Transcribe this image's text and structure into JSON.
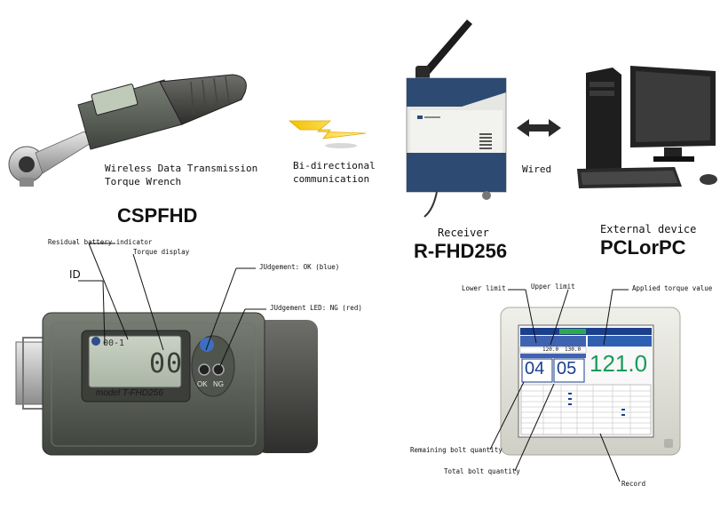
{
  "wrench": {
    "caption_line1": "Wireless Data Transmission",
    "caption_line2": "Torque Wrench",
    "model_title": "CSPFHD"
  },
  "communication": {
    "label_line1": "Bi-directional",
    "label_line2": "communication",
    "wired_label": "Wired"
  },
  "receiver": {
    "label": "Receiver",
    "model": "R-FHD256"
  },
  "external": {
    "label": "External device",
    "model": "PCLorPC"
  },
  "device_callouts": {
    "battery": "Residual battery indicator",
    "torque_display": "Torque display",
    "id": "ID",
    "judgement_ok": "JUdgement: OK (blue)",
    "judgement_ng": "JUdgement LED: NG (red)"
  },
  "device_face": {
    "model_text": "model T-FHD256",
    "lcd_value": "00",
    "lcd_small": "00-1",
    "ok_label": "OK",
    "ng_label": "NG"
  },
  "screen_callouts": {
    "lower_limit": "Lower limit",
    "upper_limit": "Upper limit",
    "applied_torque": "Applied torque value",
    "remaining_bolt": "Remaining bolt quantity",
    "total_bolt": "Total bolt quantity",
    "record": "Record"
  },
  "screen": {
    "remaining": "04",
    "total": "05",
    "torque": "121.0",
    "lower": "120.0",
    "upper": "130.0"
  },
  "colors": {
    "receiver_blue": "#2c4a72",
    "screen_green": "#1a9a5a",
    "screen_blue": "#1b3f8c",
    "device_gray": "#5a5f58"
  }
}
